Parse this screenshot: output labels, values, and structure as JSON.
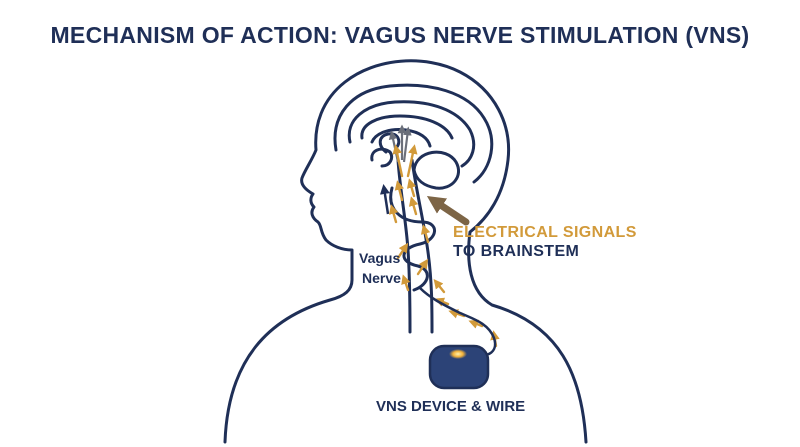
{
  "title": "MECHANISM OF ACTION: VAGUS NERVE STIMULATION (VNS)",
  "labels": {
    "signals_line1": "ELECTRICAL SIGNALS",
    "signals_line2": "TO BRAINSTEM",
    "vagus_line1": "Vagus",
    "vagus_line2": "Nerve",
    "device": "VNS DEVICE & WIRE"
  },
  "colors": {
    "navy": "#1f2f57",
    "gold": "#d29a3a",
    "device_fill": "#2c4377",
    "arrow_brown": "#7d6546",
    "glow": "#f2b23a"
  },
  "icons": {
    "head": "human-head-silhouette",
    "brain": "brain-outline",
    "device": "pulse-generator"
  }
}
